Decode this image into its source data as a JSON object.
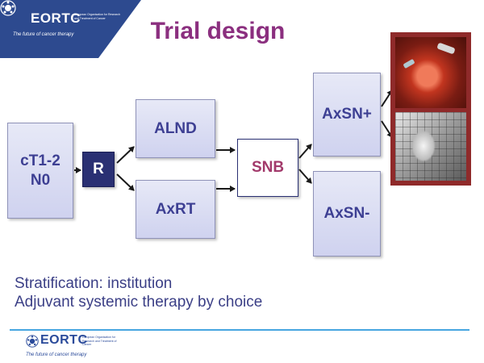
{
  "slide": {
    "title": "Trial design",
    "logo": {
      "brand": "EORTC",
      "org": "European Organisation for Research and Treatment of Cancer",
      "tagline": "The future of cancer therapy"
    },
    "diagram": {
      "start": "cT1-2\nN0",
      "randomize": "R",
      "arm_a": "ALND",
      "arm_b": "AxRT",
      "procedure": "SNB",
      "result_pos": "AxSN+",
      "result_neg": "AxSN-"
    },
    "notes": [
      "Stratification: institution",
      "Adjuvant systemic therapy by choice"
    ],
    "footer_logo": {
      "brand": "EORTC",
      "org": "European Organisation for Research and Treatment of Cancer",
      "tagline": "The future of cancer therapy"
    },
    "colors": {
      "title": "#8b2f7f",
      "box_text": "#3d3f93",
      "randomize_fill": "#2a3073",
      "procedure_text": "#a23a6b",
      "logo_band": "#2d4a8f",
      "footer_rule": "#47a6e0",
      "image_frame": "#8f2a2a"
    },
    "images": [
      "surgery-photo",
      "lymphoscintigraphy-image"
    ]
  }
}
